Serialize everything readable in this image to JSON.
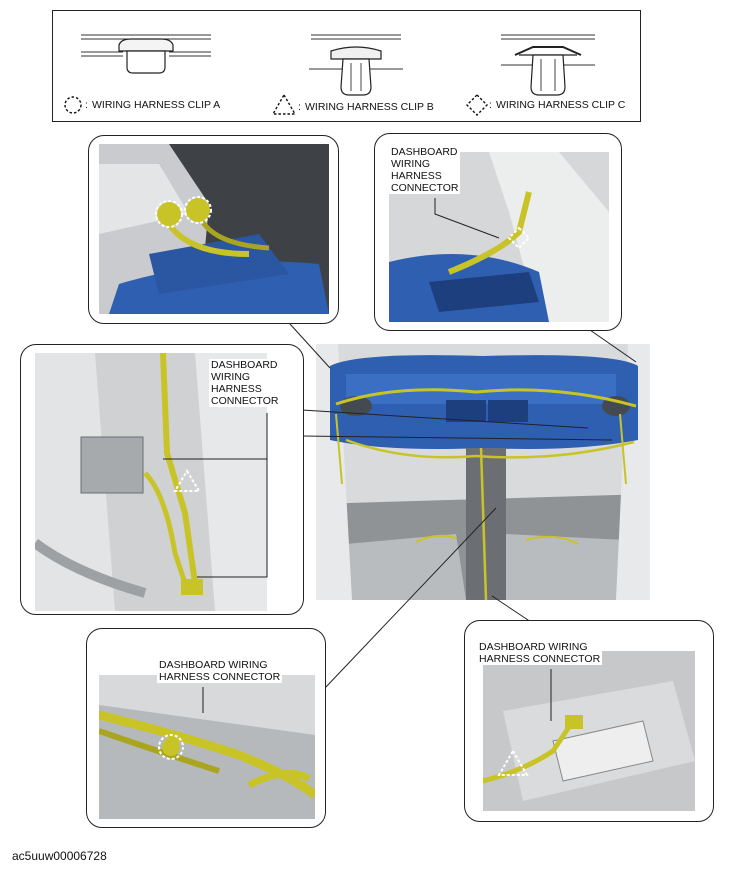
{
  "legend": {
    "clip_a": "WIRING HARNESS CLIP A",
    "clip_b": "WIRING HARNESS CLIP B",
    "clip_c": "WIRING HARNESS CLIP C",
    "separator": ":"
  },
  "callouts": {
    "top_right_label": [
      "DASHBOARD",
      "WIRING",
      "HARNESS",
      "CONNECTOR"
    ],
    "left_label": [
      "DASHBOARD",
      "WIRING",
      "HARNESS",
      "CONNECTOR"
    ],
    "bottom_left_label": [
      "DASHBOARD WIRING",
      "HARNESS CONNECTOR"
    ],
    "bottom_right_label": [
      "DASHBOARD WIRING",
      "HARNESS CONNECTOR"
    ]
  },
  "figure_code": "ac5uuw00006728",
  "colors": {
    "harness": "#c8c428",
    "dashboard_blue": "#2f5fb0",
    "metal_gray": "#bfc1c4",
    "dark_gray": "#505458"
  }
}
